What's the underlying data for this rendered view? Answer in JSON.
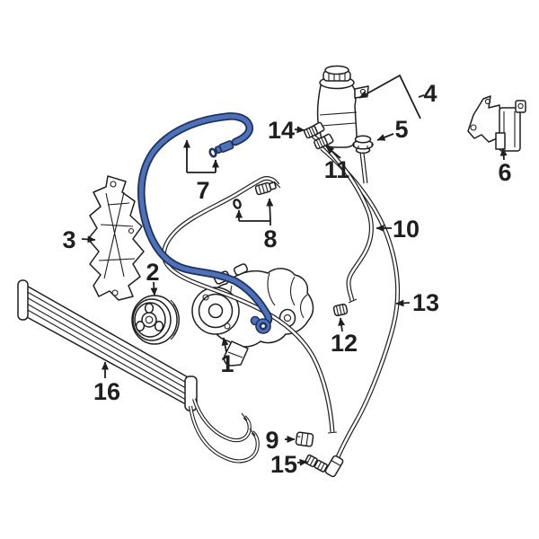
{
  "diagram": {
    "background_color": "#ffffff",
    "line_color": "#1f1f1f",
    "highlight_fill": "#4e72ba",
    "highlight_outline": "#20325f",
    "highlighted_callout": "7",
    "callouts": [
      {
        "number": "1"
      },
      {
        "number": "2"
      },
      {
        "number": "3"
      },
      {
        "number": "4"
      },
      {
        "number": "5"
      },
      {
        "number": "6"
      },
      {
        "number": "7"
      },
      {
        "number": "8"
      },
      {
        "number": "9"
      },
      {
        "number": "10"
      },
      {
        "number": "11"
      },
      {
        "number": "12"
      },
      {
        "number": "13"
      },
      {
        "number": "14"
      },
      {
        "number": "15"
      },
      {
        "number": "16"
      }
    ]
  }
}
